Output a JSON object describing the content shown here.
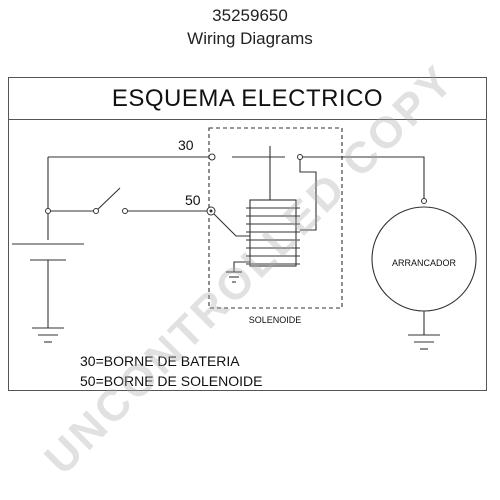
{
  "header": {
    "part_number": "35259650",
    "subtitle": "Wiring Diagrams"
  },
  "diagram": {
    "title": "ESQUEMA ELECTRICO",
    "terminal_30": "30",
    "terminal_50": "50",
    "solenoid_label": "SOLENOIDE",
    "starter_label": "ARRANCADOR"
  },
  "legend": {
    "line_30": "30=BORNE DE BATERIA",
    "line_50": "50=BORNE DE SOLENOIDE"
  },
  "watermark": {
    "text": "UNCONTROLLED COPY"
  },
  "colors": {
    "line": "#333333",
    "watermark": "#aaaaaa"
  }
}
